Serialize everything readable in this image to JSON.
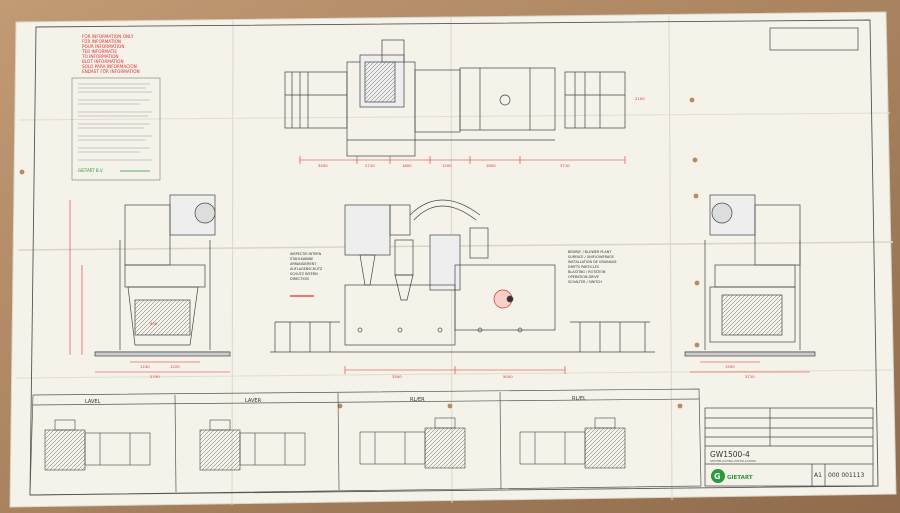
{
  "photo": {
    "subject": "Unfolded engineering drawing sheet on a wooden table"
  },
  "notes_red": [
    "FOR INFORMATION ONLY",
    "FÜR INFORMATION",
    "POUR INFORMATION",
    "TER INFORMATIE",
    "TO INFORMATION",
    "BLOT INFORMATION",
    "SOLO PARA INFORMACIÓN",
    "ENDAST FÖR INFORMATION"
  ],
  "company_small": "GIETART B.V.",
  "views": {
    "section_labels": [
      "LAVEL",
      "LAVER",
      "RL/ER",
      "RL/EL"
    ]
  },
  "dims": {
    "left_bottom": [
      "2750",
      "1240",
      "1220",
      "850"
    ],
    "center_bottom": [
      "3500",
      "5000"
    ],
    "right_bottom": [
      "1950",
      "3710"
    ],
    "top_row": [
      "3450",
      "2710",
      "1800",
      "1200",
      "1800",
      "3710",
      "2100"
    ]
  },
  "legend_center": [
    "INSPECTIE INTERN",
    "STAHLKABINE",
    "ARRANGEMENT",
    "AUFLAGENSCHUTZ",
    "SCHUTZ INTERN",
    "DIRECTION"
  ],
  "legend_right": [
    "BEDRIJF / BLOWER PLANT",
    "SURFACE / UNIFLOWERAGE",
    "INSTALLATION DE GRAINAGE",
    "DRIFTS PARTICLES",
    "BLASTING / ROTATION",
    "OPERATION DRIVE",
    "SCHALTER / SWITCH"
  ],
  "title_block": {
    "model": "GW1500-4",
    "sub": "SHOTBLASTING INSTALLATION",
    "size": "A1",
    "drawing_no": "000 001113",
    "brand": "GIETART",
    "brand_initial": "G"
  },
  "colors": {
    "paper": "#f4f2e9",
    "table": "#b08a66",
    "line": "#444",
    "red": "#d33",
    "green": "#2a9a3a"
  }
}
